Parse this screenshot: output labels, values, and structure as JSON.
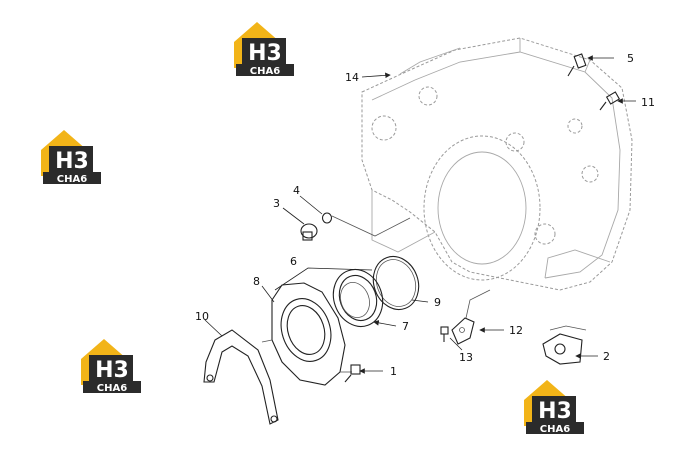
{
  "logo": {
    "line1": "H3",
    "line2": "CHA6",
    "color_yellow": "#f2b418",
    "color_dark": "#2b2b2b"
  },
  "callouts": {
    "c1": "1",
    "c2": "2",
    "c3": "3",
    "c4": "4",
    "c5": "5",
    "c6": "6",
    "c7": "7",
    "c8": "8",
    "c9": "9",
    "c10": "10",
    "c11": "11",
    "c12": "12",
    "c13": "13",
    "c14": "14"
  }
}
